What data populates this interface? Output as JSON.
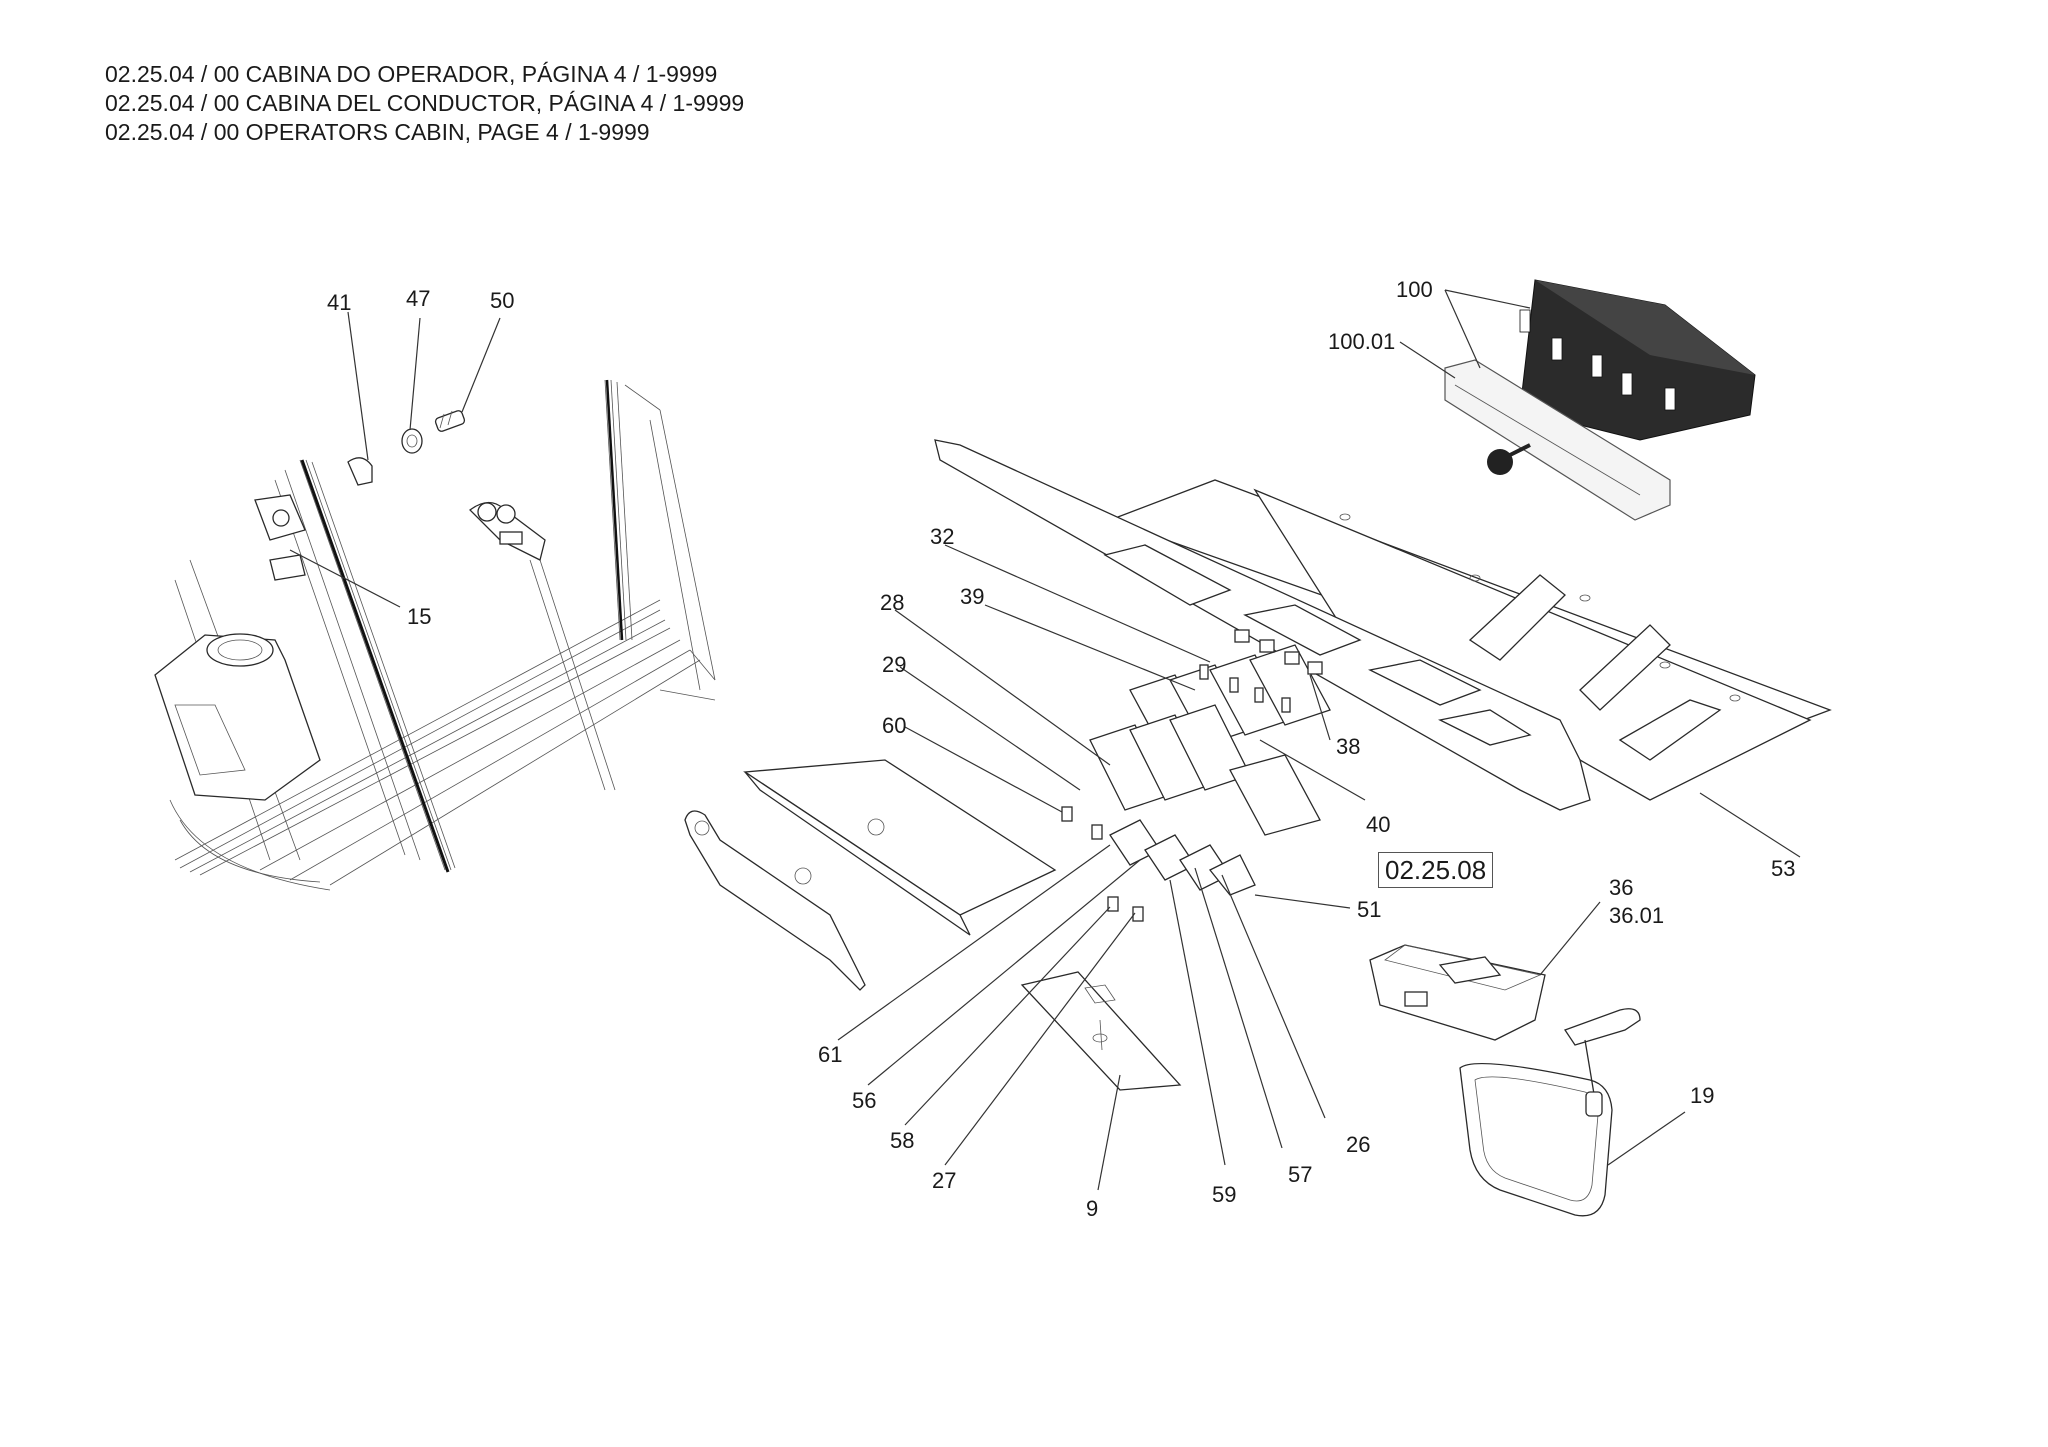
{
  "header": {
    "line_pt": "02.25.04 / 00 CABINA DO OPERADOR, PÁGINA 4 / 1-9999",
    "line_es": "02.25.04 / 00 CABINA DEL CONDUCTOR, PÁGINA 4 / 1-9999",
    "line_en": "02.25.04 / 00 OPERATORS CABIN, PAGE 4 / 1-9999"
  },
  "reference_box": "02.25.08",
  "labels": {
    "p41": "41",
    "p47": "47",
    "p50": "50",
    "p15": "15",
    "p100": "100",
    "p100_01": "100.01",
    "p32": "32",
    "p28": "28",
    "p39": "39",
    "p29": "29",
    "p60": "60",
    "p38": "38",
    "p40": "40",
    "p53": "53",
    "p51": "51",
    "p36": "36",
    "p36_01": "36.01",
    "p19": "19",
    "p61": "61",
    "p56": "56",
    "p58": "58",
    "p27": "27",
    "p9": "9",
    "p59": "59",
    "p57": "57",
    "p26": "26"
  }
}
